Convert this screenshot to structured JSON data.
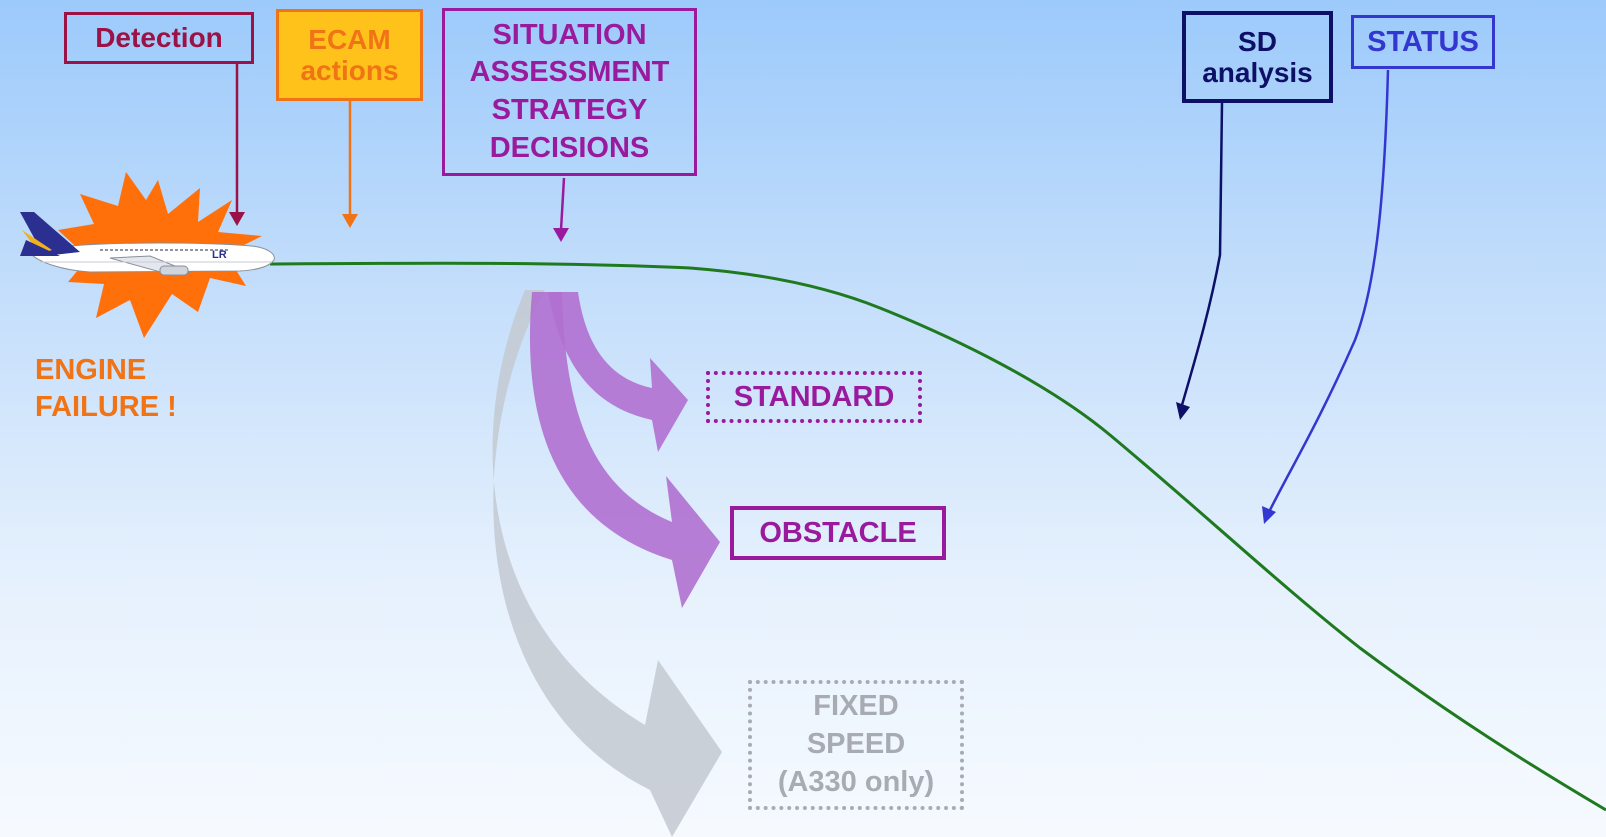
{
  "labels": {
    "detection": "Detection",
    "ecam_line1": "ECAM",
    "ecam_line2": "actions",
    "situation_line1": "SITUATION",
    "situation_line2": "ASSESSMENT",
    "situation_line3": "STRATEGY",
    "situation_line4": "DECISIONS",
    "sd_line1": "SD",
    "sd_line2": "analysis",
    "status": "STATUS",
    "engine_line1": "ENGINE",
    "engine_line2": "FAILURE !",
    "standard": "STANDARD",
    "obstacle": "OBSTACLE",
    "fixed_line1": "FIXED",
    "fixed_line2": "SPEED",
    "fixed_line3": "(A330 only)",
    "aircraft_logo": "LR"
  },
  "colors": {
    "detection": "#9b1346",
    "ecam": "#f07316",
    "ecam_fill": "#ffc21a",
    "situation": "#9a1a9e",
    "sd": "#0d1066",
    "status": "#3437cf",
    "engine_text": "#f07316",
    "burst": "#ff6f0a",
    "flight_path": "#1f7a1f",
    "option_arrow": "#b874d6",
    "grey_arrow": "#c3c9d1",
    "grey_text": "#a8acb2"
  }
}
